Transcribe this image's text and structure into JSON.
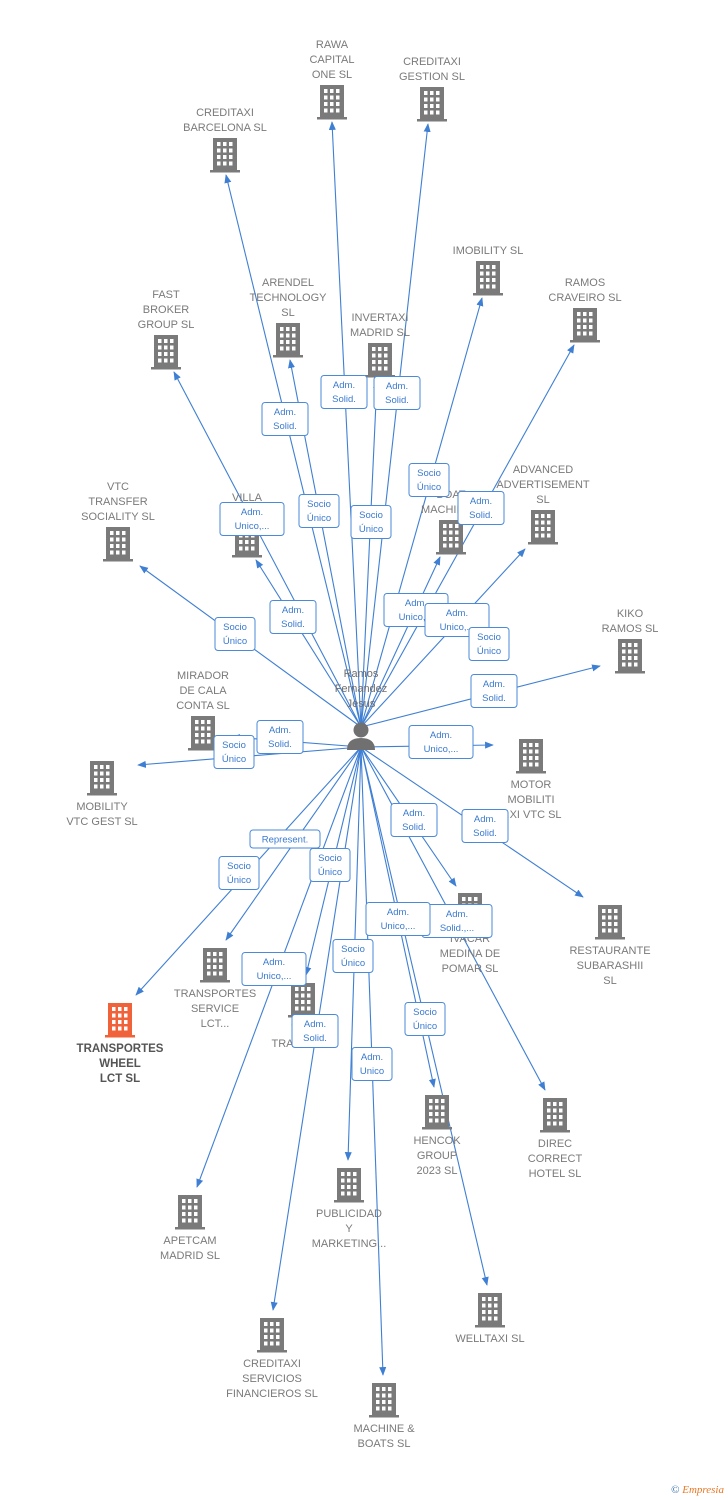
{
  "center": {
    "label": [
      "Ramos",
      "Fernandez",
      "Jesus"
    ]
  },
  "colors": {
    "edge": "#3f7fd3",
    "building": "#7a7a7a",
    "highlight": "#f0623a"
  },
  "footer": {
    "copyright": "©",
    "brand": "Empresia"
  },
  "companies": [
    {
      "id": "rawa",
      "label": [
        "RAWA",
        "CAPITAL",
        "ONE  SL"
      ]
    },
    {
      "id": "creditaxi-gestion",
      "label": [
        "CREDITAXI",
        "GESTION SL"
      ]
    },
    {
      "id": "creditaxi-barcelona",
      "label": [
        "CREDITAXI",
        "BARCELONA SL"
      ]
    },
    {
      "id": "imobility",
      "label": [
        "IMOBILITY  SL"
      ]
    },
    {
      "id": "ramos-craveiro",
      "label": [
        "RAMOS",
        "CRAVEIRO SL"
      ]
    },
    {
      "id": "fast-broker",
      "label": [
        "FAST",
        "BROKER",
        "GROUP  SL"
      ]
    },
    {
      "id": "arendel",
      "label": [
        "ARENDEL",
        "TECHNOLOGY",
        "SL"
      ]
    },
    {
      "id": "invertaxi",
      "label": [
        "INVERTAXI",
        "MADRID  SL"
      ]
    },
    {
      "id": "vtc-transfer",
      "label": [
        "VTC",
        "TRANSFER",
        "SOCIALITY  SL"
      ]
    },
    {
      "id": "villa",
      "label": [
        "VILLA",
        "VA...  SL"
      ]
    },
    {
      "id": "boat",
      "label": [
        "BOAT",
        "MACHINE..."
      ]
    },
    {
      "id": "advanced",
      "label": [
        "ADVANCED",
        "ADVERTISEMENT",
        "SL"
      ]
    },
    {
      "id": "kiko",
      "label": [
        "KIKO",
        "RAMOS SL"
      ]
    },
    {
      "id": "mirador",
      "label": [
        "MIRADOR",
        "DE CALA",
        "CONTA  SL"
      ]
    },
    {
      "id": "mobility-vtc",
      "label": [
        "MOBILITY",
        "VTC GEST  SL"
      ]
    },
    {
      "id": "motor-mobiliti",
      "label": [
        "MOTOR",
        "MOBILITI",
        "...XI VTC  SL"
      ]
    },
    {
      "id": "restaurante",
      "label": [
        "RESTAURANTE",
        "SUBARASHII",
        "SL"
      ]
    },
    {
      "id": "ivacar",
      "label": [
        "IVACAR",
        "MEDINA DE",
        "POMAR  SL"
      ]
    },
    {
      "id": "transportes-service",
      "label": [
        "TRANSPORTES",
        "SERVICE",
        "LCT..."
      ]
    },
    {
      "id": "transportes-wheel",
      "label": [
        "TRANSPORTES",
        "WHEEL",
        "LCT  SL"
      ]
    },
    {
      "id": "transportes-3",
      "label": [
        "TR...",
        "TRANS...  SL"
      ]
    },
    {
      "id": "hencok",
      "label": [
        "HENCOK",
        "GROUP",
        "2023  SL"
      ]
    },
    {
      "id": "direc",
      "label": [
        "DIREC",
        "CORRECT",
        "HOTEL  SL"
      ]
    },
    {
      "id": "publicidad",
      "label": [
        "PUBLICIDAD",
        "Y",
        "MARKETING..."
      ]
    },
    {
      "id": "apetcam",
      "label": [
        "APETCAM",
        "MADRID  SL"
      ]
    },
    {
      "id": "welltaxi",
      "label": [
        "WELLTAXI  SL"
      ]
    },
    {
      "id": "creditaxi-servicios",
      "label": [
        "CREDITAXI",
        "SERVICIOS",
        "FINANCIEROS SL"
      ]
    },
    {
      "id": "machine-boats",
      "label": [
        "MACHINE &",
        "BOATS SL"
      ]
    }
  ],
  "relations": [
    {
      "label": [
        "Adm.",
        "Solid."
      ]
    },
    {
      "label": [
        "Adm.",
        "Solid."
      ]
    },
    {
      "label": [
        "Adm.",
        "Solid."
      ]
    },
    {
      "label": [
        "Socio",
        "Único"
      ]
    },
    {
      "label": [
        "Socio",
        "Único"
      ]
    },
    {
      "label": [
        "Socio",
        "Único"
      ]
    },
    {
      "label": [
        "Adm.",
        "Solid."
      ]
    },
    {
      "label": [
        "Adm.",
        "Unico,..."
      ]
    },
    {
      "label": [
        "Adm.",
        "Solid."
      ]
    },
    {
      "label": [
        "Adm.",
        "Unico,..."
      ]
    },
    {
      "label": [
        "Adm.",
        "Unico,..."
      ]
    },
    {
      "label": [
        "Socio",
        "Único"
      ]
    },
    {
      "label": [
        "Socio",
        "Único"
      ]
    },
    {
      "label": [
        "Adm.",
        "Solid."
      ]
    },
    {
      "label": [
        "Adm.",
        "Solid."
      ]
    },
    {
      "label": [
        "Socio",
        "Único"
      ]
    },
    {
      "label": [
        "Adm.",
        "Unico,..."
      ]
    },
    {
      "label": [
        "Adm.",
        "Solid."
      ]
    },
    {
      "label": [
        "Adm.",
        "Solid."
      ]
    },
    {
      "label": [
        "Represent."
      ]
    },
    {
      "label": [
        "Socio",
        "Único"
      ]
    },
    {
      "label": [
        "Socio",
        "Único"
      ]
    },
    {
      "label": [
        "Adm.",
        "Unico,..."
      ]
    },
    {
      "label": [
        "Adm.",
        "Solid.,..."
      ]
    },
    {
      "label": [
        "Socio",
        "Único"
      ]
    },
    {
      "label": [
        "Adm.",
        "Unico,..."
      ]
    },
    {
      "label": [
        "Adm.",
        "Solid."
      ]
    },
    {
      "label": [
        "Socio",
        "Único"
      ]
    },
    {
      "label": [
        "Adm.",
        "Unico"
      ]
    }
  ]
}
